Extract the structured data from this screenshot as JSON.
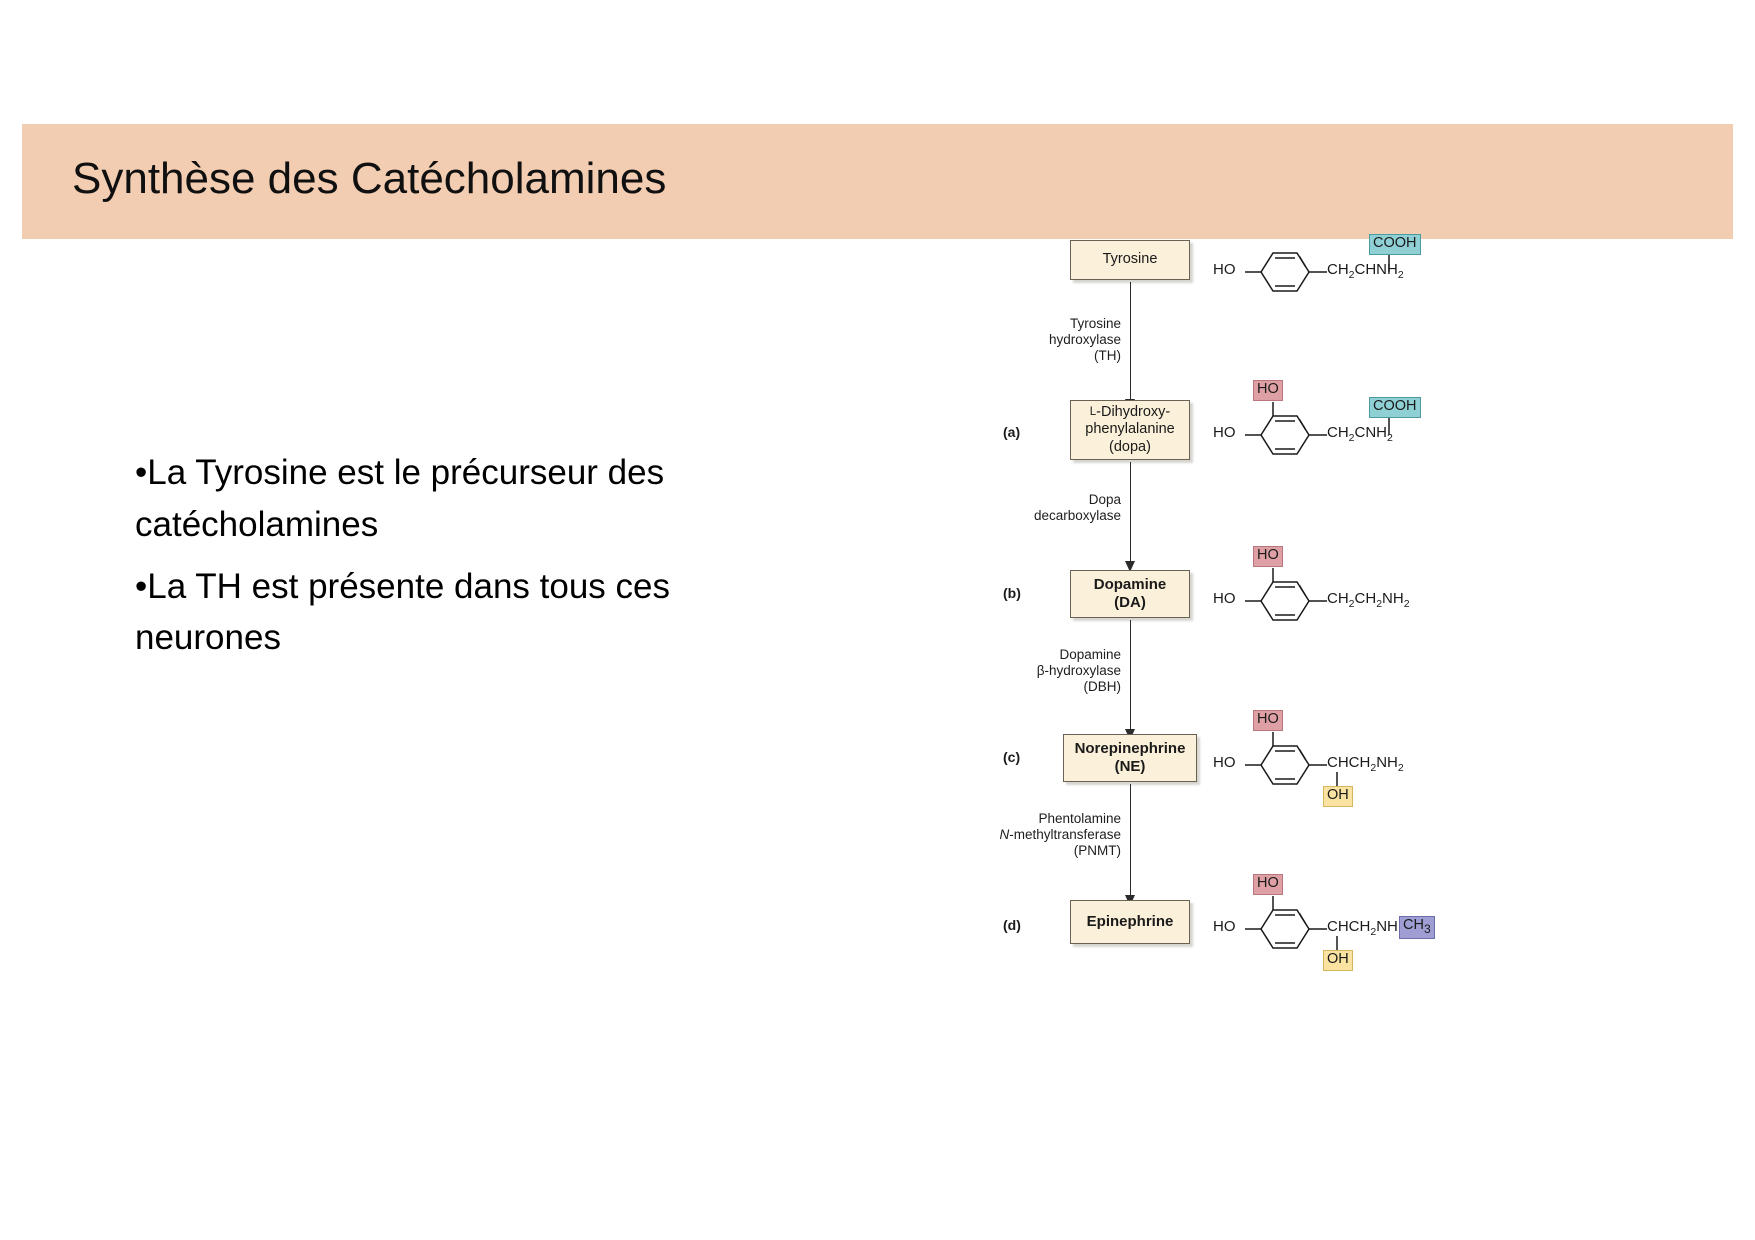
{
  "slide": {
    "title": "Synthèse des Catécholamines",
    "title_band_color": "#f2cdb2",
    "background_color": "#ffffff"
  },
  "body": {
    "bullets": [
      "La Tyrosine est le précurseur des catécholamines",
      "La TH est présente dans tous ces neurones"
    ],
    "bullet_marker": "•"
  },
  "figure": {
    "name": "catecholamine-synthesis-pathway",
    "panel_letters": [
      "(a)",
      "(b)",
      "(c)",
      "(d)"
    ],
    "colors": {
      "box_fill": "#fbf0d9",
      "box_border": "#6a6353",
      "highlight_red": "#dea0a4",
      "highlight_teal": "#8fd0d5",
      "highlight_yellow": "#fae3a0",
      "highlight_purple": "#9f9ed4"
    },
    "steps": [
      {
        "compound": "Tyrosine",
        "compound_line2": "",
        "bold": false,
        "letter": "",
        "structure": {
          "left_label": "HO",
          "side_chain": "CH2CHNH2",
          "side_chain_html": "CH<sub>2</sub>CHNH<sub>2</sub>",
          "top_group": "COOH",
          "top_group_highlight": "teal",
          "ring_top_oh": "",
          "ring_top_oh_highlight": "",
          "bottom_group": "",
          "bottom_group_highlight": ""
        },
        "enzyme": {
          "lines": [
            "Tyrosine",
            "hydroxylase",
            "(TH)"
          ],
          "italic_prefix": ""
        }
      },
      {
        "compound": "L-Dihydroxy-",
        "compound_line2": "phenylalanine",
        "compound_line3": "(dopa)",
        "bold": false,
        "letter": "(a)",
        "structure": {
          "left_label": "HO",
          "side_chain": "CH2CNH2",
          "side_chain_html": "CH<sub>2</sub>CNH<sub>2</sub>",
          "top_group": "COOH",
          "top_group_highlight": "teal",
          "ring_top_oh": "HO",
          "ring_top_oh_highlight": "red",
          "bottom_group": "",
          "bottom_group_highlight": ""
        },
        "enzyme": {
          "lines": [
            "Dopa",
            "decarboxylase"
          ],
          "italic_prefix": ""
        }
      },
      {
        "compound": "Dopamine",
        "compound_line2": "(DA)",
        "bold": true,
        "letter": "(b)",
        "structure": {
          "left_label": "HO",
          "side_chain": "CH2CH2NH2",
          "side_chain_html": "CH<sub>2</sub>CH<sub>2</sub>NH<sub>2</sub>",
          "top_group": "",
          "top_group_highlight": "",
          "ring_top_oh": "HO",
          "ring_top_oh_highlight": "red",
          "bottom_group": "",
          "bottom_group_highlight": ""
        },
        "enzyme": {
          "lines": [
            "Dopamine",
            "β-hydroxylase",
            "(DBH)"
          ],
          "italic_prefix": ""
        }
      },
      {
        "compound": "Norepinephrine",
        "compound_line2": "(NE)",
        "bold": true,
        "letter": "(c)",
        "structure": {
          "left_label": "HO",
          "side_chain": "CHCH2NH2",
          "side_chain_html": "CHCH<sub>2</sub>NH<sub>2</sub>",
          "top_group": "",
          "top_group_highlight": "",
          "ring_top_oh": "HO",
          "ring_top_oh_highlight": "red",
          "bottom_group": "OH",
          "bottom_group_highlight": "yellow"
        },
        "enzyme": {
          "lines": [
            "Phentolamine",
            "N-methyltransferase",
            "(PNMT)"
          ],
          "italic_prefix": "N"
        }
      },
      {
        "compound": "Epinephrine",
        "compound_line2": "",
        "bold": true,
        "letter": "(d)",
        "structure": {
          "left_label": "HO",
          "side_chain": "CHCH2NH",
          "side_chain_html": "CHCH<sub>2</sub>NH",
          "tail_group": "CH3",
          "tail_group_html": "CH<sub>3</sub>",
          "tail_group_highlight": "purple",
          "top_group": "",
          "top_group_highlight": "",
          "ring_top_oh": "HO",
          "ring_top_oh_highlight": "red",
          "bottom_group": "OH",
          "bottom_group_highlight": "yellow"
        },
        "enzyme": null
      }
    ]
  }
}
